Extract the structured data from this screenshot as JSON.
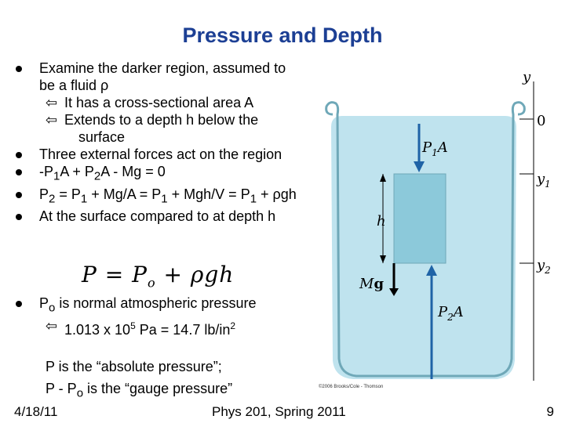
{
  "slide": {
    "title": "Pressure and Depth",
    "bullet1_line1": "Examine the darker region, assumed to",
    "bullet1_line2": "be a fluid ρ",
    "sub1": "It has a cross-sectional area A",
    "sub2_line1": "Extends to a depth h below the",
    "sub2_line2": "surface",
    "bullet2": "Three external forces act on the region",
    "bullet3_a": "-P",
    "bullet3_b": "A + P",
    "bullet3_c": "A - Mg = 0",
    "bullet4_a": "P",
    "bullet4_b": " = P",
    "bullet4_c": " + Mg/A = P",
    "bullet4_d": " + Mgh/V = P",
    "bullet4_e": " + ρgh",
    "bullet5": "At the surface compared to at depth h",
    "equation_lhs": "P",
    "equation_eq": " = ",
    "equation_p": "P",
    "equation_sub": "o",
    "equation_rhs": " + ρgh",
    "bullet6_a": "P",
    "bullet6_b": " is normal atmospheric pressure",
    "sub3_a": "1.013 x 10",
    "sub3_exp": "5",
    "sub3_b": " Pa = 14.7 lb/in",
    "sub3_exp2": "2",
    "note1": "P is the “absolute pressure”;",
    "note2_a": "P - P",
    "note2_b": " is the “gauge pressure”",
    "sub_1": "1",
    "sub_2": "2",
    "sub_o": "o"
  },
  "figure": {
    "y_axis": "y",
    "zero": "0",
    "y1": "y",
    "y2": "y",
    "p1a": "A",
    "p2a": "A",
    "h": "h",
    "mg": "M",
    "g": "g",
    "P": "P",
    "sub1": "1",
    "sub2": "2",
    "copyright": "©2006 Brooks/Cole - Thomson",
    "water_color": "#bfe3ee",
    "block_color": "#8cc9da",
    "glass_color": "#6fa8b8"
  },
  "footer": {
    "date": "4/18/11",
    "course": "Phys 201, Spring 2011",
    "page": "9"
  }
}
